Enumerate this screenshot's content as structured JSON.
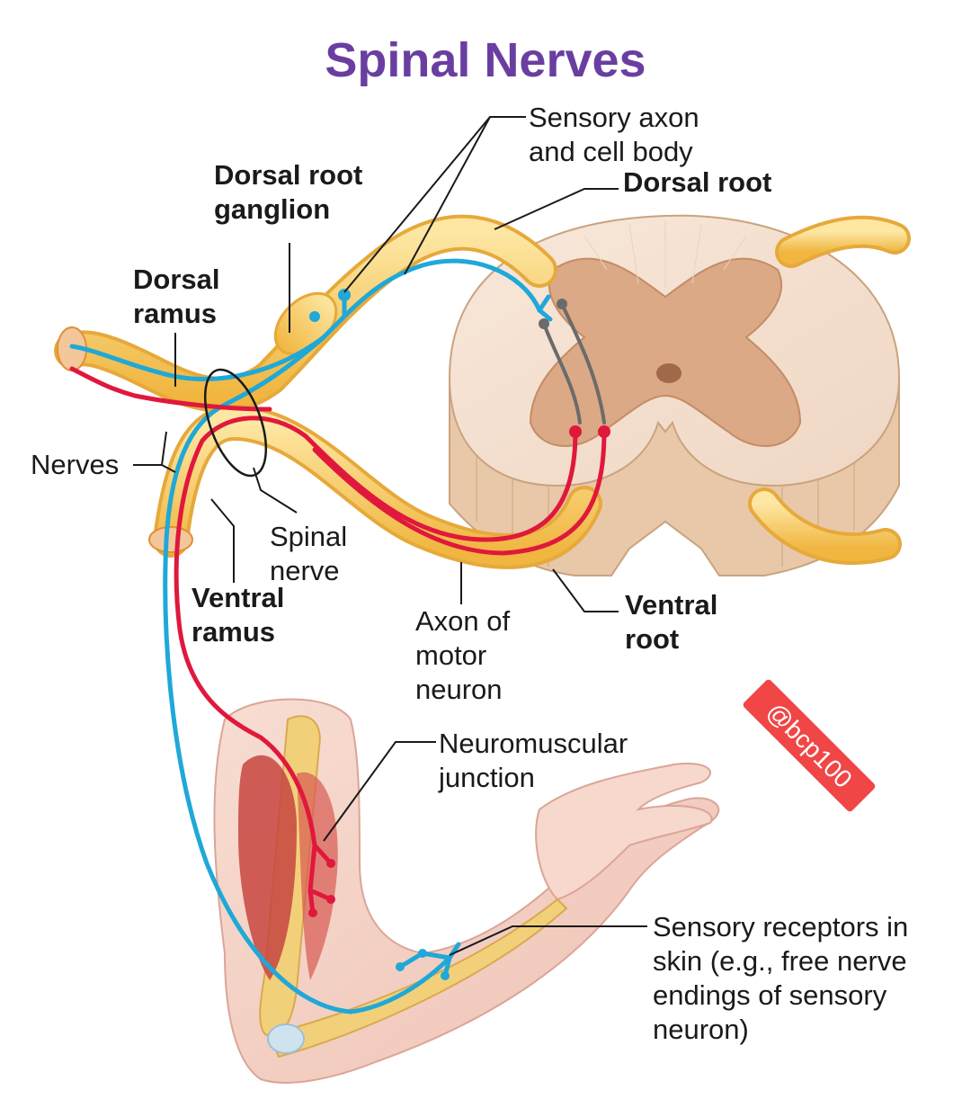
{
  "title": "Spinal Nerves",
  "labels": {
    "sensory_axon": "Sensory axon\nand cell body",
    "dorsal_root": "Dorsal root",
    "dorsal_root_ganglion": "Dorsal root\nganglion",
    "dorsal_ramus": "Dorsal\nramus",
    "nerves": "Nerves",
    "spinal_nerve": "Spinal\nnerve",
    "ventral_ramus": "Ventral\nramus",
    "axon_motor": "Axon of\nmotor\nneuron",
    "ventral_root": "Ventral\nroot",
    "neuromuscular": "Neuromuscular\njunction",
    "sensory_receptors": "Sensory receptors in\nskin (e.g., free nerve\nendings of sensory\nneuron)"
  },
  "watermark": "@bcp100",
  "colors": {
    "title": "#6a3ea1",
    "nerve": "#f5c04a",
    "sensory": "#1fa8d8",
    "motor": "#e0183c",
    "white_matter": "#f4dfcf",
    "gray_matter": "#d6a07a",
    "skin": "#f6d3c6",
    "muscle": "#c7453f",
    "bone": "#f2d07a"
  }
}
